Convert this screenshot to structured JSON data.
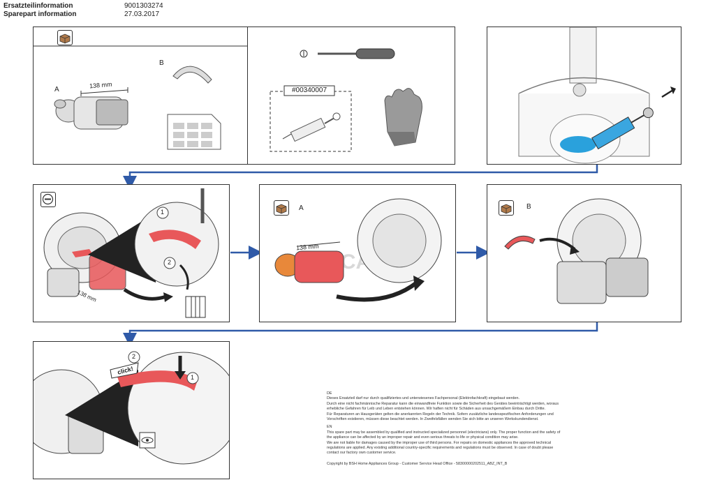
{
  "header": {
    "label_de": "Ersatzteilinformation",
    "label_en": "Sparepart information",
    "part_number": "9001303274",
    "date": "27.03.2017"
  },
  "panel1": {
    "label_a": "A",
    "label_b": "B",
    "dimension": "138 mm"
  },
  "panel2": {
    "tool_code": "#00340007"
  },
  "panel5": {
    "label": "A",
    "dimension": "138 mm"
  },
  "panel6": {
    "label": "B"
  },
  "panel4": {
    "dimension": "138 mm",
    "step1": "1",
    "step2": "2"
  },
  "panel7": {
    "click": "click!",
    "step1": "1",
    "step2": "2"
  },
  "watermark": "RICAMBI",
  "colors": {
    "accent": "#e8585a",
    "arrow_blue": "#2f5aa8",
    "frame": "#333333"
  },
  "notice": {
    "de_heading": "DE",
    "de_lines": [
      "Dieses Ersatzteil darf nur durch qualifiziertes und unterwiesenes Fachpersonal (Elektrofachkraft) eingebaut werden.",
      "Durch eine nicht fachmännische Reparatur kann die einwandfreie Funktion sowie die Sicherheit des Gerätes beeinträchtigt werden, woraus",
      "erhebliche Gefahren für Leib und Leben entstehen können. Wir haften nicht für Schäden aus unsachgemäßem Einbau durch Dritte.",
      "Für Reparaturen an Hausgeräten gelten die anerkannten Regeln der Technik. Sofern zusätzliche landesspezifischen Anforderungen und",
      "Vorschriften existieren, müssen diese beachtet werden. In Zweifelsfällen wenden Sie sich bitte an unseren Werkskundendienst."
    ],
    "en_heading": "EN",
    "en_lines": [
      "This spare part may be assembled by qualified and instructed specialized personnel (electricians) only. The proper function and the safety of",
      "the appliance can be affected by an improper repair and even serious threats to life or physical condition may arise.",
      "We are not liable for damages caused by the improper use of third persons. For repairs on domestic appliances the approved technical",
      "regulations are applied. Any existing additional country-specific requirements and regulations must be observed.   In case of doubt please",
      "contact our factory own customer service."
    ],
    "copyright": "Copyright by BSH Home Appliances Group - Customer Service Head Office - 58300000202511_ABZ_INT_B"
  }
}
